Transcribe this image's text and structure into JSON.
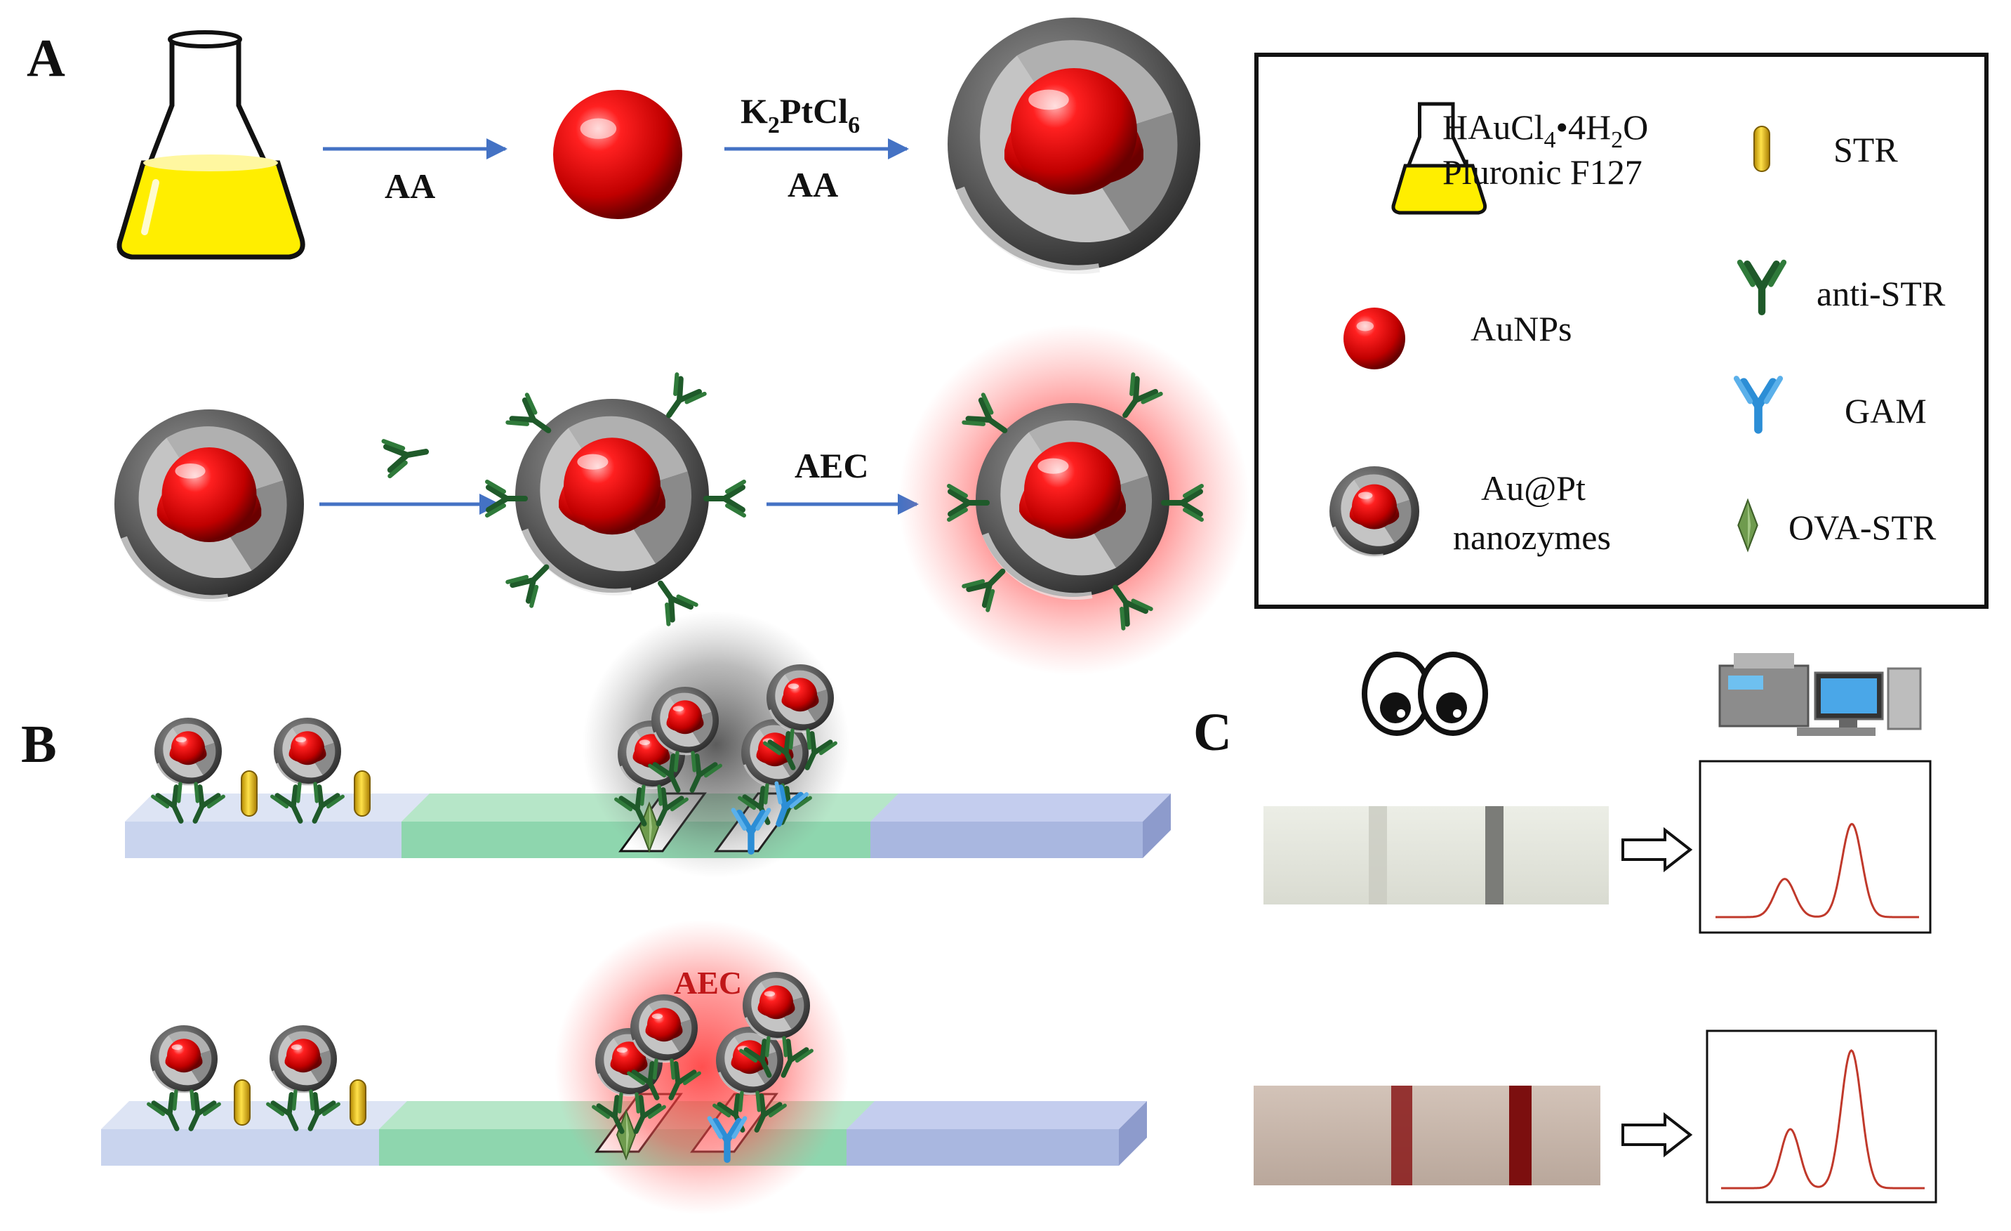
{
  "panels": {
    "a": "A",
    "b": "B",
    "c": "C"
  },
  "steps": {
    "reduce_label": "AA",
    "coat_label_reagent": "K",
    "coat_label_sub1": "2",
    "coat_label_mid": "PtCl",
    "coat_label_sub2": "6",
    "coat_label_reducer": "AA",
    "amplify_label": "AEC"
  },
  "strip_enhanced_label": "AEC",
  "legend": {
    "flask_line1_a": "HAuCl",
    "flask_line1_sub": "4",
    "flask_line1_b": "•4H",
    "flask_line1_sub2": "2",
    "flask_line1_c": "O",
    "flask_line2": "Pluronic F127",
    "aunps": "AuNPs",
    "nanozyme_line1": "Au@Pt",
    "nanozyme_line2": "nanozymes",
    "str": "STR",
    "anti_str": "anti-STR",
    "gam": "GAM",
    "ova_str": "OVA-STR"
  },
  "colors": {
    "gold_core": "#d40000",
    "shell": "#555555",
    "antibody_dark": "#1f5a2a",
    "antibody_blue": "#2c8ed6",
    "solution": "#ffee00",
    "strip_pad": "#c9d4ee",
    "strip_membrane": "#8ed6ae",
    "strip_absorbent": "#a9b7e0",
    "arrow": "#4472c4",
    "aec_glow": "#ff5a5a",
    "signal_curve": "#c0392b"
  },
  "icons": {
    "flask": "erlenmeyer-flask-icon",
    "eyes": "eyes-icon",
    "instrument": "strip-reader-instrument-icon",
    "output_arrow": "hollow-right-arrow-icon"
  }
}
